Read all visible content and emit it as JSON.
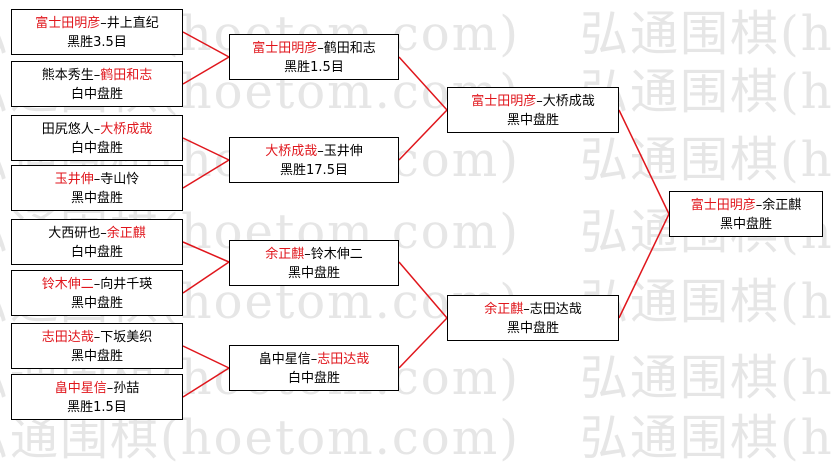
{
  "watermark": "弘通围棋(hoetom.com)",
  "round1": [
    {
      "a": "富士田明彦",
      "b": "井上直纪",
      "winner": "a",
      "result": "黑胜3.5目"
    },
    {
      "a": "熊本秀生",
      "b": "鹤田和志",
      "winner": "b",
      "result": "白中盘胜"
    },
    {
      "a": "田尻悠人",
      "b": "大桥成哉",
      "winner": "b",
      "result": "白中盘胜"
    },
    {
      "a": "玉井伸",
      "b": "寺山怜",
      "winner": "a",
      "result": "黑中盘胜"
    },
    {
      "a": "大西研也",
      "b": "余正麒",
      "winner": "b",
      "result": "白中盘胜"
    },
    {
      "a": "铃木伸二",
      "b": "向井千瑛",
      "winner": "a",
      "result": "黑中盘胜"
    },
    {
      "a": "志田达哉",
      "b": "下坂美织",
      "winner": "a",
      "result": "黑中盘胜"
    },
    {
      "a": "畠中星信",
      "b": "孙喆",
      "winner": "a",
      "result": "黑胜1.5目"
    }
  ],
  "round2": [
    {
      "a": "富士田明彦",
      "b": "鹤田和志",
      "winner": "a",
      "result": "黑胜1.5目"
    },
    {
      "a": "大桥成哉",
      "b": "玉井伸",
      "winner": "a",
      "result": "黑胜17.5目"
    },
    {
      "a": "余正麒",
      "b": "铃木伸二",
      "winner": "a",
      "result": "黑中盘胜"
    },
    {
      "a": "畠中星信",
      "b": "志田达哉",
      "winner": "b",
      "result": "白中盘胜"
    }
  ],
  "round3": [
    {
      "a": "富士田明彦",
      "b": "大桥成哉",
      "winner": "a",
      "result": "黑中盘胜"
    },
    {
      "a": "余正麒",
      "b": "志田达哉",
      "winner": "a",
      "result": "黑中盘胜"
    }
  ],
  "final": [
    {
      "a": "富士田明彦",
      "b": "余正麒",
      "winner": "a",
      "result": "黑中盘胜"
    }
  ],
  "colors": {
    "winner": "#e0161c",
    "line": "#e0161c",
    "border": "#000000"
  }
}
